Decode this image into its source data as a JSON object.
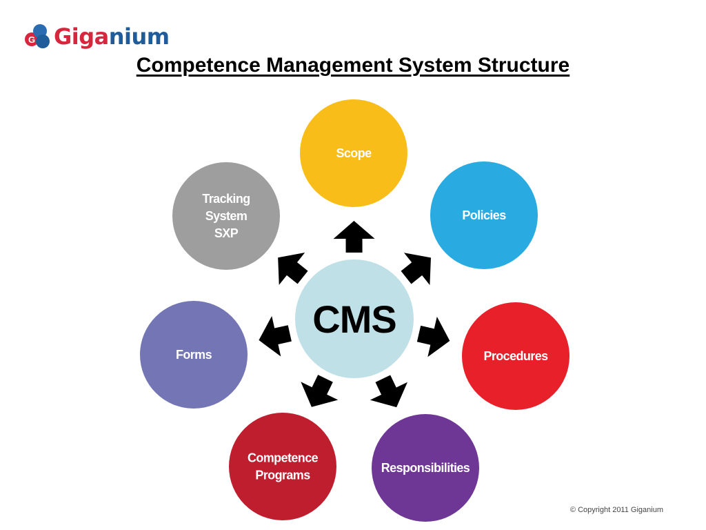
{
  "brand": {
    "name_part1": "Giga",
    "name_part2": "nium",
    "mark_letter": "G"
  },
  "title": "Competence Management System Structure",
  "center": {
    "label": "CMS",
    "color": "#bfe0e6"
  },
  "nodes": [
    {
      "id": "scope",
      "lines": [
        "Scope"
      ],
      "color": "#f8bd19"
    },
    {
      "id": "policies",
      "lines": [
        "Policies"
      ],
      "color": "#29abe2"
    },
    {
      "id": "procedures",
      "lines": [
        "Procedures"
      ],
      "color": "#e8202a"
    },
    {
      "id": "responsibilities",
      "lines": [
        "Responsibilities"
      ],
      "color": "#6f3795"
    },
    {
      "id": "competence-programs",
      "lines": [
        "Competence",
        "Programs"
      ],
      "color": "#be1e2d"
    },
    {
      "id": "forms",
      "lines": [
        "Forms"
      ],
      "color": "#7375b5"
    },
    {
      "id": "tracking-system-sxp",
      "lines": [
        "Tracking",
        "System",
        "SXP"
      ],
      "color": "#9e9e9e"
    }
  ],
  "arrow_color": "#000000",
  "copyright": "© Copyright 2011 Giganium"
}
